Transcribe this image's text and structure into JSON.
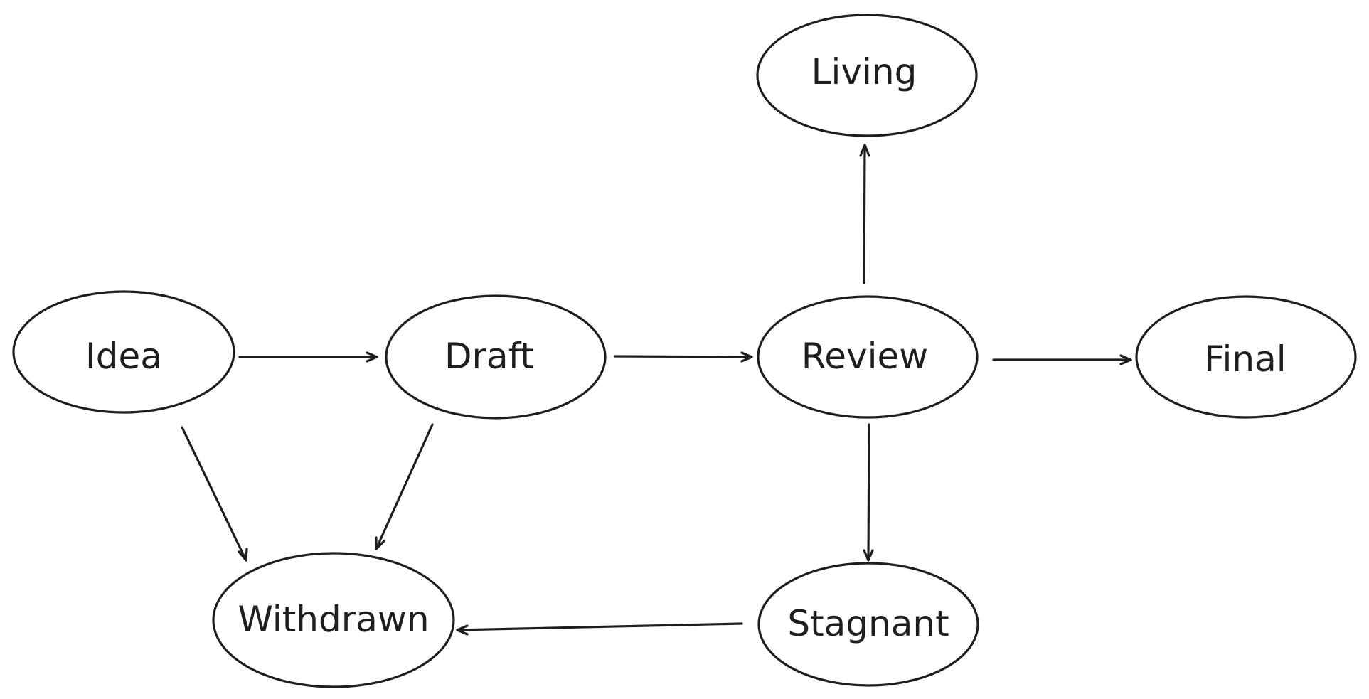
{
  "diagram": {
    "colors": {
      "stroke": "#1e1e1e",
      "background": "#ffffff",
      "node_fill": "#ffffff"
    },
    "nodes": {
      "idea": "Idea",
      "draft": "Draft",
      "review": "Review",
      "final": "Final",
      "living": "Living",
      "withdrawn": "Withdrawn",
      "stagnant": "Stagnant"
    },
    "edges": [
      {
        "from": "Idea",
        "to": "Draft"
      },
      {
        "from": "Idea",
        "to": "Withdrawn"
      },
      {
        "from": "Draft",
        "to": "Review"
      },
      {
        "from": "Draft",
        "to": "Withdrawn"
      },
      {
        "from": "Review",
        "to": "Living"
      },
      {
        "from": "Review",
        "to": "Final"
      },
      {
        "from": "Review",
        "to": "Stagnant"
      },
      {
        "from": "Stagnant",
        "to": "Withdrawn"
      }
    ]
  }
}
